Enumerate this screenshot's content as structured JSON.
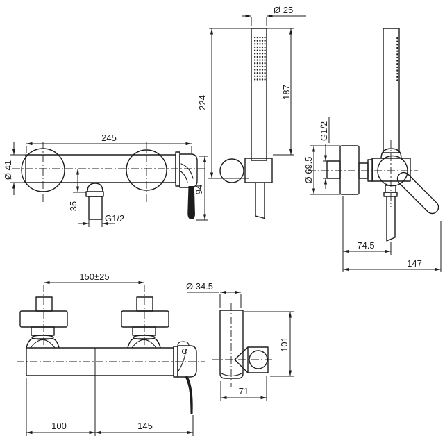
{
  "drawing": {
    "type": "technical-dimension-drawing",
    "subject": "Wall-mounted single-lever shower mixer with hand shower set",
    "line_color": "#1c1c1c",
    "background_color": "#ffffff",
    "units": "mm"
  },
  "views": {
    "handshower_front": {
      "name": "hand shower with holder - front view",
      "dims": {
        "head_diameter": "Ø 25",
        "overall_height": "224",
        "handset_length": "187"
      }
    },
    "handshower_side": {
      "name": "hand shower on holder - side view"
    },
    "mixer_front": {
      "name": "shower mixer - front view",
      "dims": {
        "body_width": "245",
        "rosette_diameter": "Ø 41",
        "outlet_offset": "35",
        "outlet_thread": "G1/2",
        "body_height": "94"
      }
    },
    "mixer_side": {
      "name": "shower mixer - side view",
      "dims": {
        "inlet_thread": "G1/2",
        "rosette_diameter": "Ø 69.5",
        "hose_projection": "74.5",
        "overall_projection": "147"
      }
    },
    "mixer_top": {
      "name": "shower mixer - top view",
      "dims": {
        "inlet_spacing": "150±25",
        "left_span": "100",
        "right_span": "145"
      }
    },
    "holder_side": {
      "name": "hand shower holder - side view",
      "dims": {
        "diameter": "Ø 34.5",
        "height": "101",
        "projection": "71"
      }
    }
  }
}
